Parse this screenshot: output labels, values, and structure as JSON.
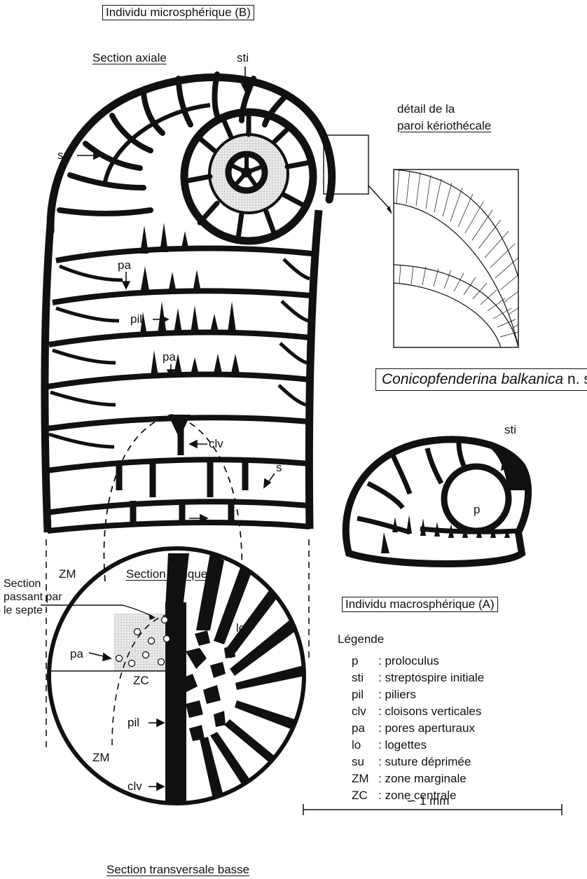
{
  "titles": {
    "microspheric": "Individu microsphérique (B)",
    "macrospheric": "Individu macrosphérique (A)",
    "axial_section": "Section axiale",
    "oblique_section": "Section oblique",
    "transverse_section": "Section transversale basse",
    "wall_detail_line1": "détail de la",
    "wall_detail_line2": "paroi kériothécale",
    "septum_section_line1": "Section",
    "septum_section_line2": "passant par",
    "septum_section_line3": "le septe"
  },
  "species": {
    "genus_species": "Conicopfenderina balkanica",
    "suffix": "n. sp."
  },
  "labels": {
    "sti_b": "sti",
    "su": "su",
    "pa_1": "pa",
    "pil_1": "pil",
    "pa_2": "pa",
    "clv_1": "clv",
    "s": "s",
    "zm_axial": "ZM",
    "lo": "lo",
    "pa_3": "pa",
    "zc": "ZC",
    "pil_2": "pil",
    "zm_transverse": "ZM",
    "clv_2": "clv",
    "sti_a": "sti",
    "p": "p"
  },
  "legend": {
    "title": "Légende",
    "items": [
      {
        "code": "p",
        "desc": ": proloculus"
      },
      {
        "code": "sti",
        "desc": ": streptospire initiale"
      },
      {
        "code": "pil",
        "desc": ": piliers"
      },
      {
        "code": "clv",
        "desc": ": cloisons verticales"
      },
      {
        "code": "pa",
        "desc": ": pores aperturaux"
      },
      {
        "code": "lo",
        "desc": ": logettes"
      },
      {
        "code": "su",
        "desc": ": suture déprimée"
      },
      {
        "code": "ZM",
        "desc": ": zone marginale"
      },
      {
        "code": "ZC",
        "desc": ": zone centrale"
      }
    ]
  },
  "scale": {
    "label": "∽ 1 mm"
  }
}
